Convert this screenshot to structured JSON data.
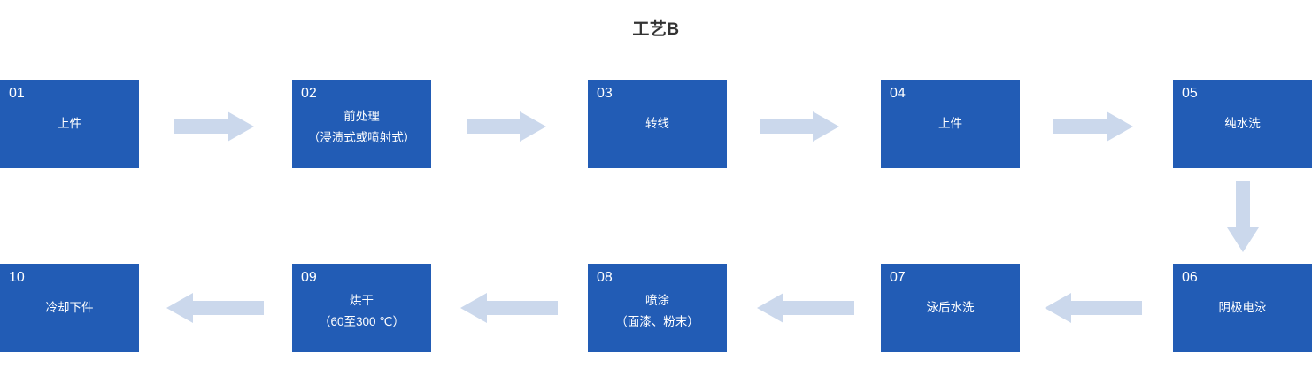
{
  "title": "工艺B",
  "theme": {
    "node_fill": "#225CB5",
    "node_text": "#FFFFFF",
    "arrow_fill": "#CBD8EC",
    "title_color": "#333333",
    "background": "#FFFFFF"
  },
  "flow": {
    "row1": [
      {
        "num": "01",
        "label": "上件"
      },
      {
        "num": "02",
        "label": "前处理\n（浸渍式或喷射式）"
      },
      {
        "num": "03",
        "label": "转线"
      },
      {
        "num": "04",
        "label": "上件"
      },
      {
        "num": "05",
        "label": "纯水洗"
      }
    ],
    "row2": [
      {
        "num": "10",
        "label": "冷却下件"
      },
      {
        "num": "09",
        "label": "烘干\n（60至300 ℃）"
      },
      {
        "num": "08",
        "label": "喷涂\n（面漆、粉末）"
      },
      {
        "num": "07",
        "label": "泳后水洗"
      },
      {
        "num": "06",
        "label": "阴极电泳"
      }
    ]
  },
  "connectors": [
    {
      "name": "arrow-01-to-02",
      "direction": "right"
    },
    {
      "name": "arrow-02-to-03",
      "direction": "right"
    },
    {
      "name": "arrow-03-to-04",
      "direction": "right"
    },
    {
      "name": "arrow-04-to-05",
      "direction": "right"
    },
    {
      "name": "arrow-05-to-06",
      "direction": "down"
    },
    {
      "name": "arrow-06-to-07",
      "direction": "left"
    },
    {
      "name": "arrow-07-to-08",
      "direction": "left"
    },
    {
      "name": "arrow-08-to-09",
      "direction": "left"
    },
    {
      "name": "arrow-09-to-10",
      "direction": "left"
    }
  ]
}
